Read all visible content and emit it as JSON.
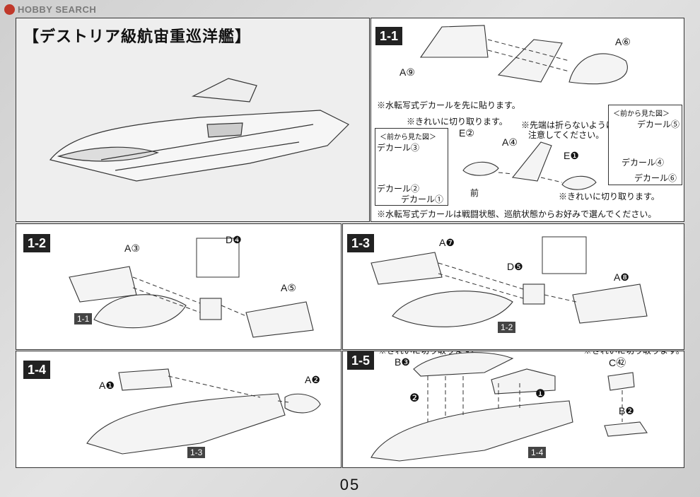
{
  "site_logo": "HOBBY SEARCH",
  "page_title": "【デストリア級航宙重巡洋艦】",
  "page_number": "05",
  "steps": {
    "s1_1": {
      "num": "1-1",
      "parts": [
        "A⑨",
        "A⑥",
        "E②",
        "A④",
        "E❶"
      ],
      "notes": {
        "decal_first": "※水転写式デカールを先に貼ります。",
        "clean_cut": "※きれいに切り取ります。",
        "tip_warning_1": "※先端は折らないように",
        "tip_warning_2": "注意してください。",
        "clean_cut_2": "※きれいに切り取ります。",
        "decal_choice": "※水転写式デカールは戦闘状態、巡航状態からお好みで選んでください。"
      },
      "front_view": "＜前から見た図＞",
      "front_view_2": "＜前から見た図＞",
      "decal_left": [
        "デカール③",
        "デカール②",
        "デカール①"
      ],
      "decal_right": [
        "デカール⑤",
        "デカール④",
        "デカール⑥"
      ],
      "front_label": "前"
    },
    "s1_2": {
      "num": "1-2",
      "parts": [
        "A③",
        "D❹",
        "A⑤"
      ],
      "ref": "1-1"
    },
    "s1_3": {
      "num": "1-3",
      "parts": [
        "A❼",
        "D❺",
        "A❽"
      ],
      "ref": "1-2"
    },
    "s1_4": {
      "num": "1-4",
      "parts": [
        "A❶",
        "A❷"
      ],
      "ref": "1-3"
    },
    "s1_5": {
      "num": "1-5",
      "parts": [
        "B❸",
        "C㊷",
        "B❷"
      ],
      "ref": "1-4",
      "note_left": "※きれいに切り取ります。",
      "note_right": "※きれいに切り取ります。",
      "markers": [
        "❷",
        "❶"
      ]
    }
  }
}
